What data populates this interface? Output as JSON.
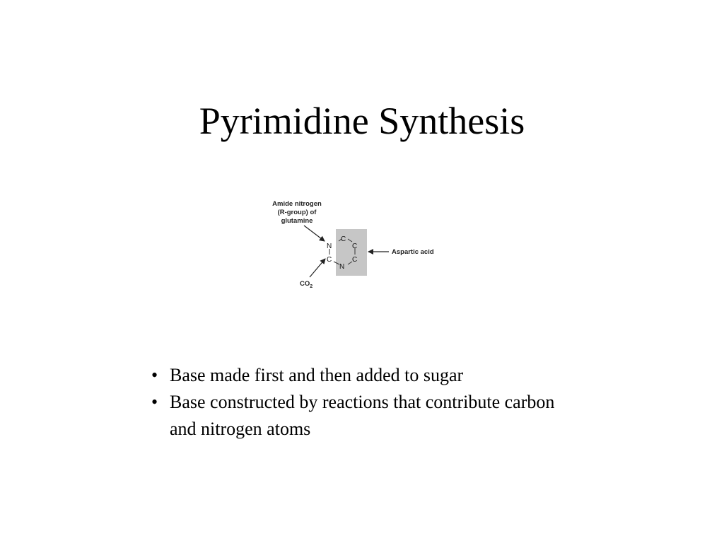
{
  "slide": {
    "title": "Pyrimidine Synthesis"
  },
  "diagram": {
    "label_glutamine": [
      "Amide nitrogen",
      "(R-group) of",
      "glutamine"
    ],
    "label_aspartic": "Aspartic acid",
    "label_co2_main": "CO",
    "label_co2_sub": "2",
    "ring_atoms": [
      "C",
      "C",
      "C",
      "N",
      "C",
      "N"
    ],
    "highlight_color": "#c6c6c6"
  },
  "bullets": [
    {
      "marker": "•",
      "text": "Base made first and then added to sugar"
    },
    {
      "marker": "•",
      "text": "Base constructed by reactions that contribute carbon and nitrogen atoms"
    }
  ]
}
